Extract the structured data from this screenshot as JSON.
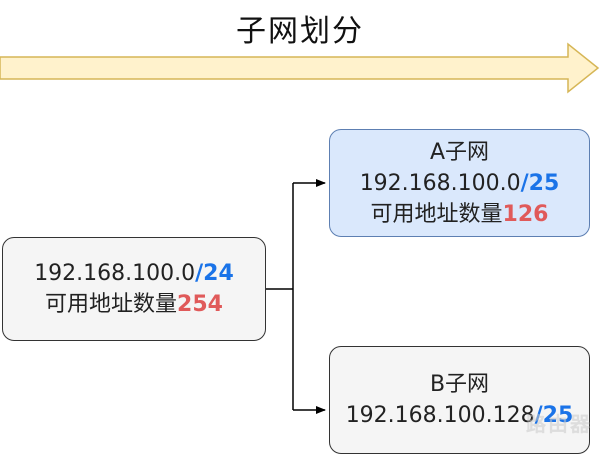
{
  "title": "子网划分",
  "main": {
    "ip_prefix": "192.168.100.0",
    "mask": "/24",
    "count_label": "可用地址数量",
    "count": "254"
  },
  "subnet_a": {
    "name": "A子网",
    "ip_prefix": "192.168.100.0",
    "mask": "/25",
    "count_label": "可用地址数量",
    "count": "126"
  },
  "subnet_b": {
    "name": "B子网",
    "ip_prefix": "192.168.100.128",
    "mask": "/25"
  },
  "watermark": "路由器",
  "colors": {
    "mask": "#1a73e8",
    "count": "#e05a5a",
    "arrow_fill": "#fff2cc",
    "arrow_stroke": "#d6b656",
    "box_a_fill": "#dae8fc"
  }
}
